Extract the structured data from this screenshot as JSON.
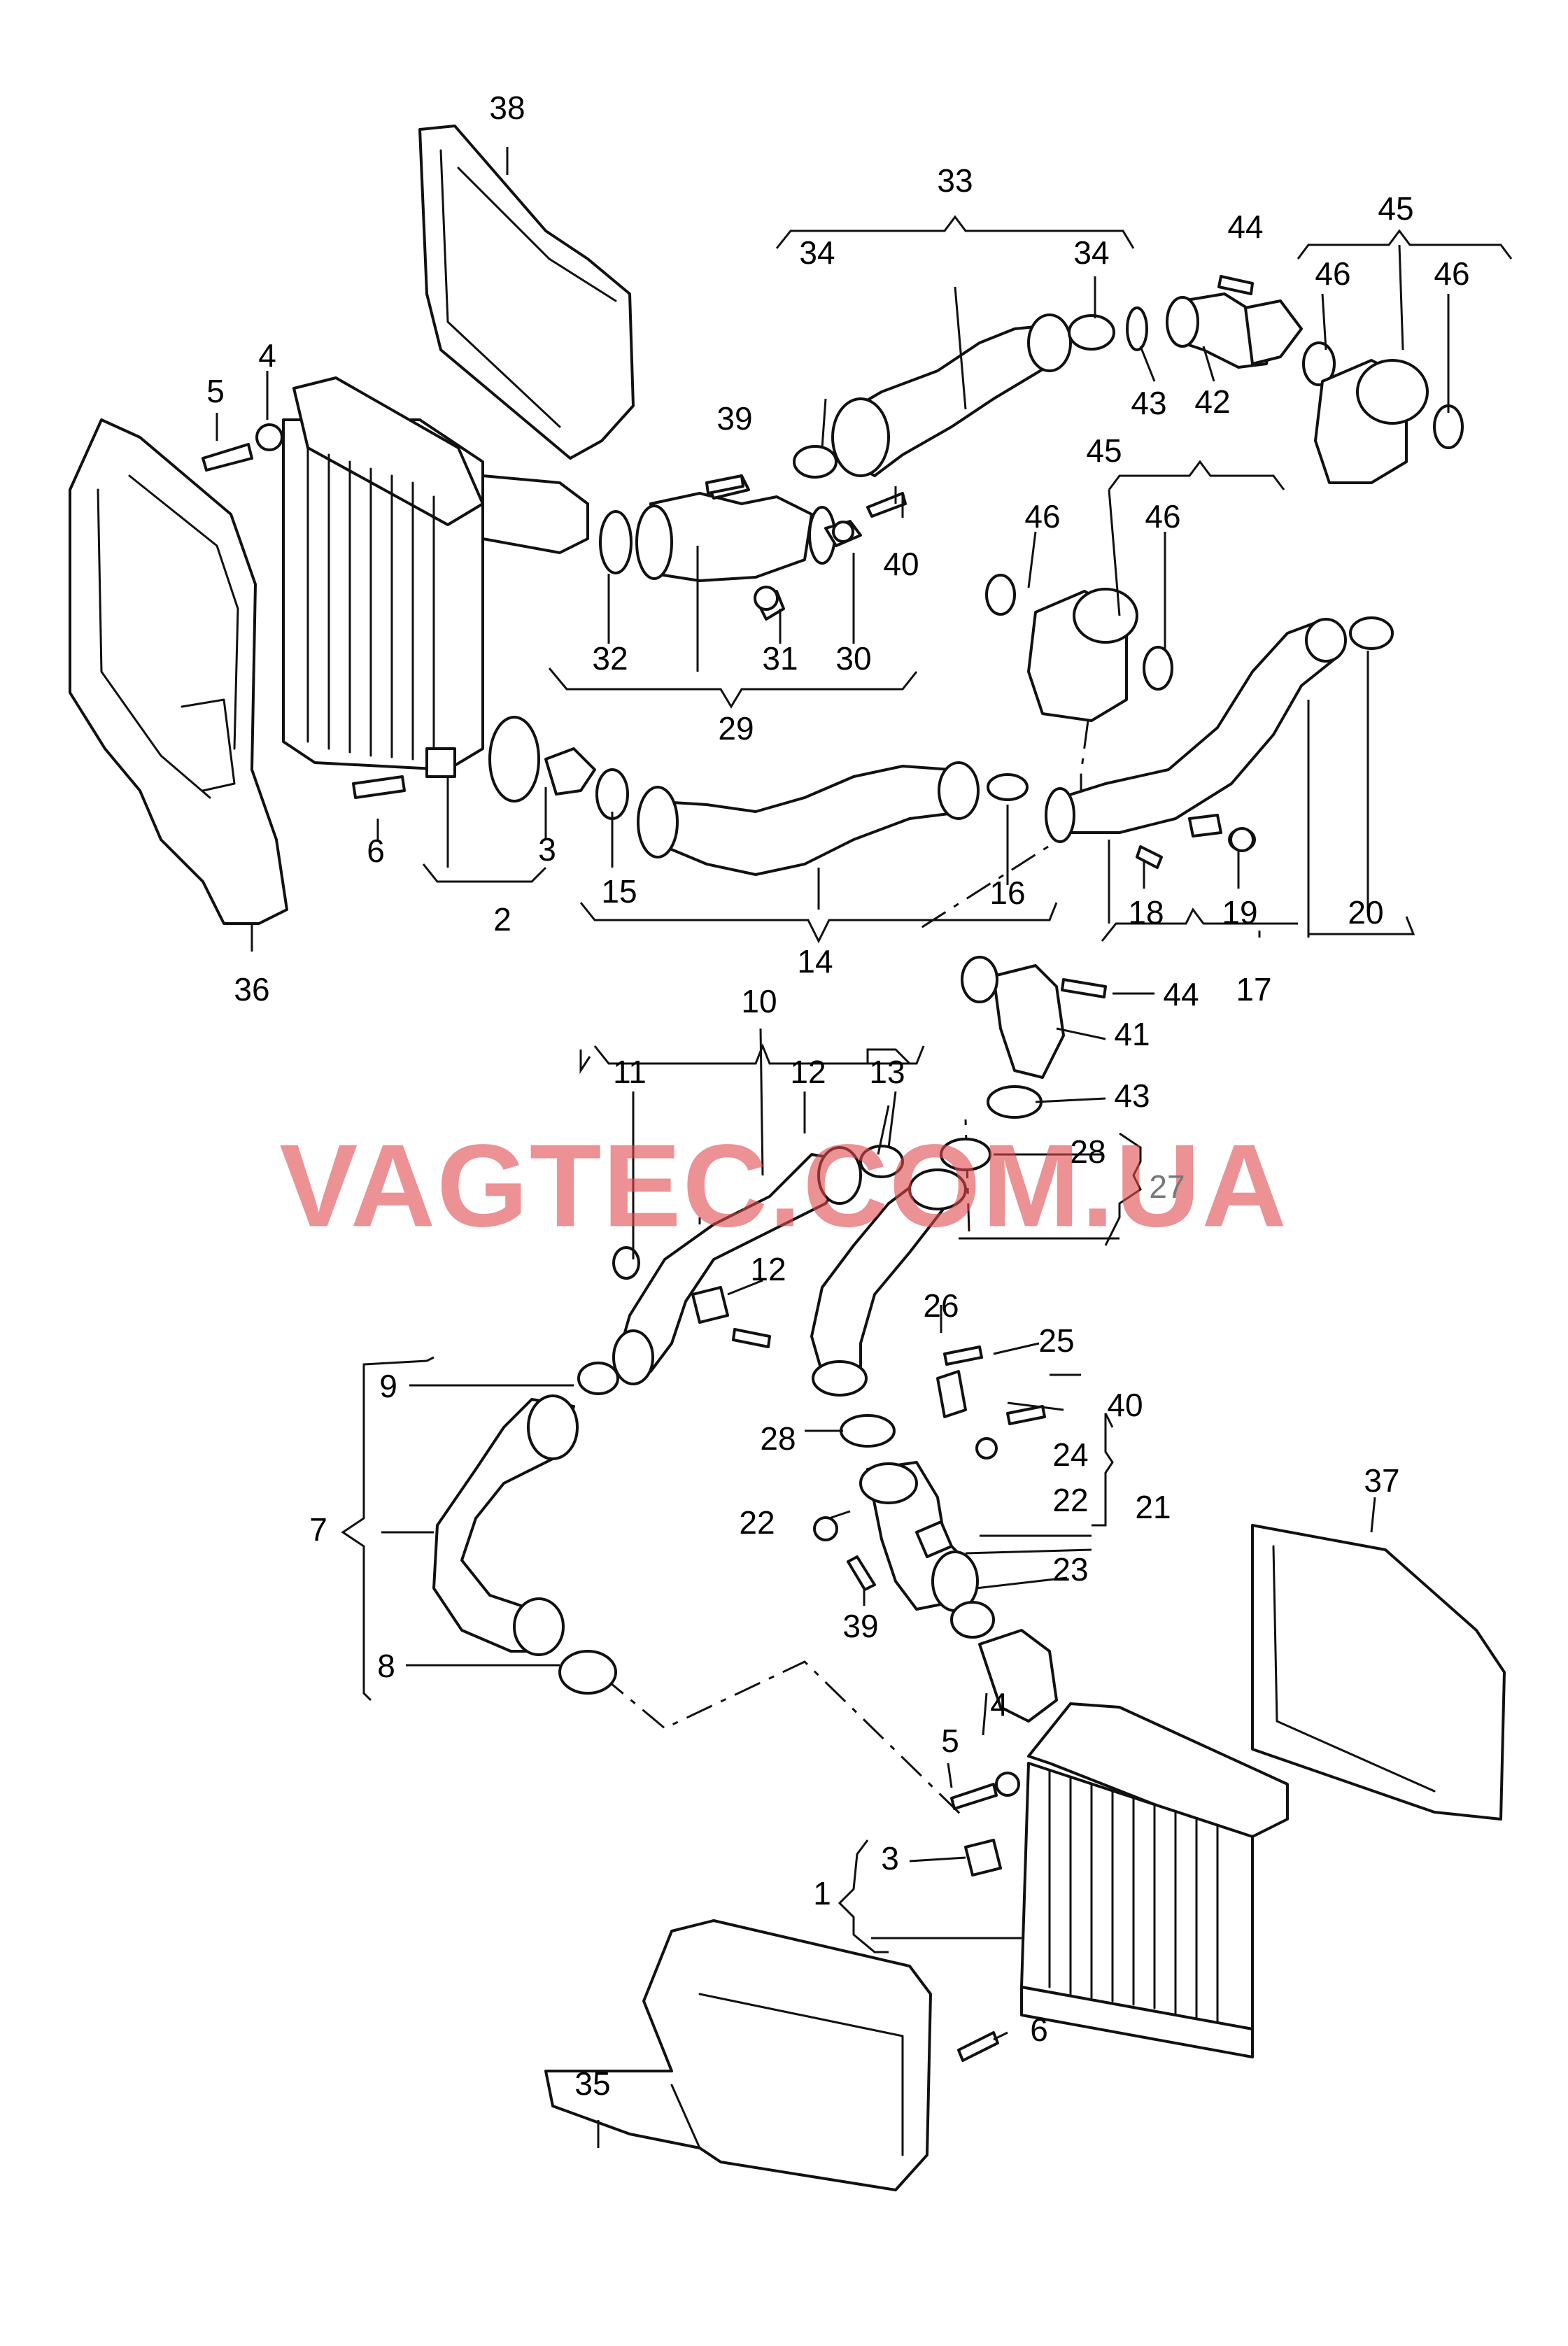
{
  "watermark": "VAGTEC.COM.UA",
  "callouts": [
    "1",
    "2",
    "3",
    "3",
    "4",
    "4",
    "5",
    "5",
    "6",
    "6",
    "7",
    "8",
    "9",
    "10",
    "11",
    "12",
    "12",
    "13",
    "14",
    "15",
    "16",
    "17",
    "18",
    "19",
    "20",
    "21",
    "22",
    "22",
    "23",
    "24",
    "25",
    "26",
    "27",
    "28",
    "28",
    "29",
    "30",
    "31",
    "32",
    "33",
    "34",
    "34",
    "35",
    "36",
    "37",
    "38",
    "39",
    "39",
    "40",
    "40",
    "41",
    "42",
    "43",
    "43",
    "44",
    "44",
    "45",
    "45",
    "46",
    "46",
    "46",
    "46"
  ]
}
